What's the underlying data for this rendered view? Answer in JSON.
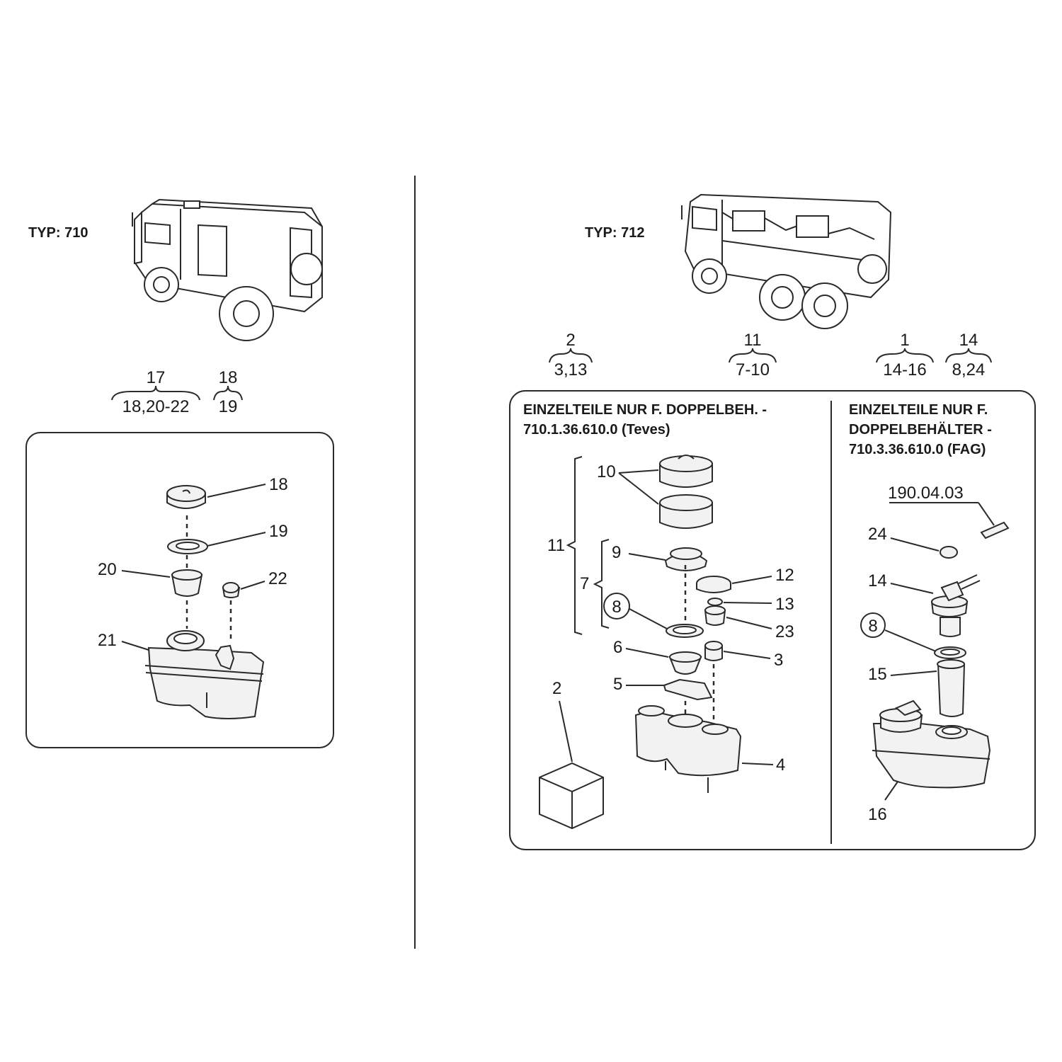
{
  "left": {
    "type_label": "TYP: 710",
    "groups": [
      {
        "top": "17",
        "bottom": "18,20-22"
      },
      {
        "top": "18",
        "bottom": "19"
      }
    ],
    "callouts": [
      "18",
      "19",
      "20",
      "22",
      "21"
    ]
  },
  "right": {
    "type_label": "TYP: 712",
    "groups": [
      {
        "top": "2",
        "bottom": "3,13"
      },
      {
        "top": "11",
        "bottom": "7-10"
      },
      {
        "top": "1",
        "bottom": "14-16"
      },
      {
        "top": "14",
        "bottom": "8,24"
      }
    ],
    "teves": {
      "header_line1": "EINZELTEILE NUR F. DOPPELBEH. -",
      "header_line2": "710.1.36.610.0 (Teves)",
      "callouts": [
        "10",
        "11",
        "9",
        "7",
        "8",
        "12",
        "13",
        "23",
        "6",
        "3",
        "5",
        "2",
        "4"
      ]
    },
    "fag": {
      "header_line1": "EINZELTEILE NUR F.",
      "header_line2": "DOPPELBEHÄLTER -",
      "header_line3": "710.3.36.610.0 (FAG)",
      "ref": "190.04.03",
      "callouts": [
        "24",
        "14",
        "8",
        "15",
        "16"
      ]
    }
  }
}
